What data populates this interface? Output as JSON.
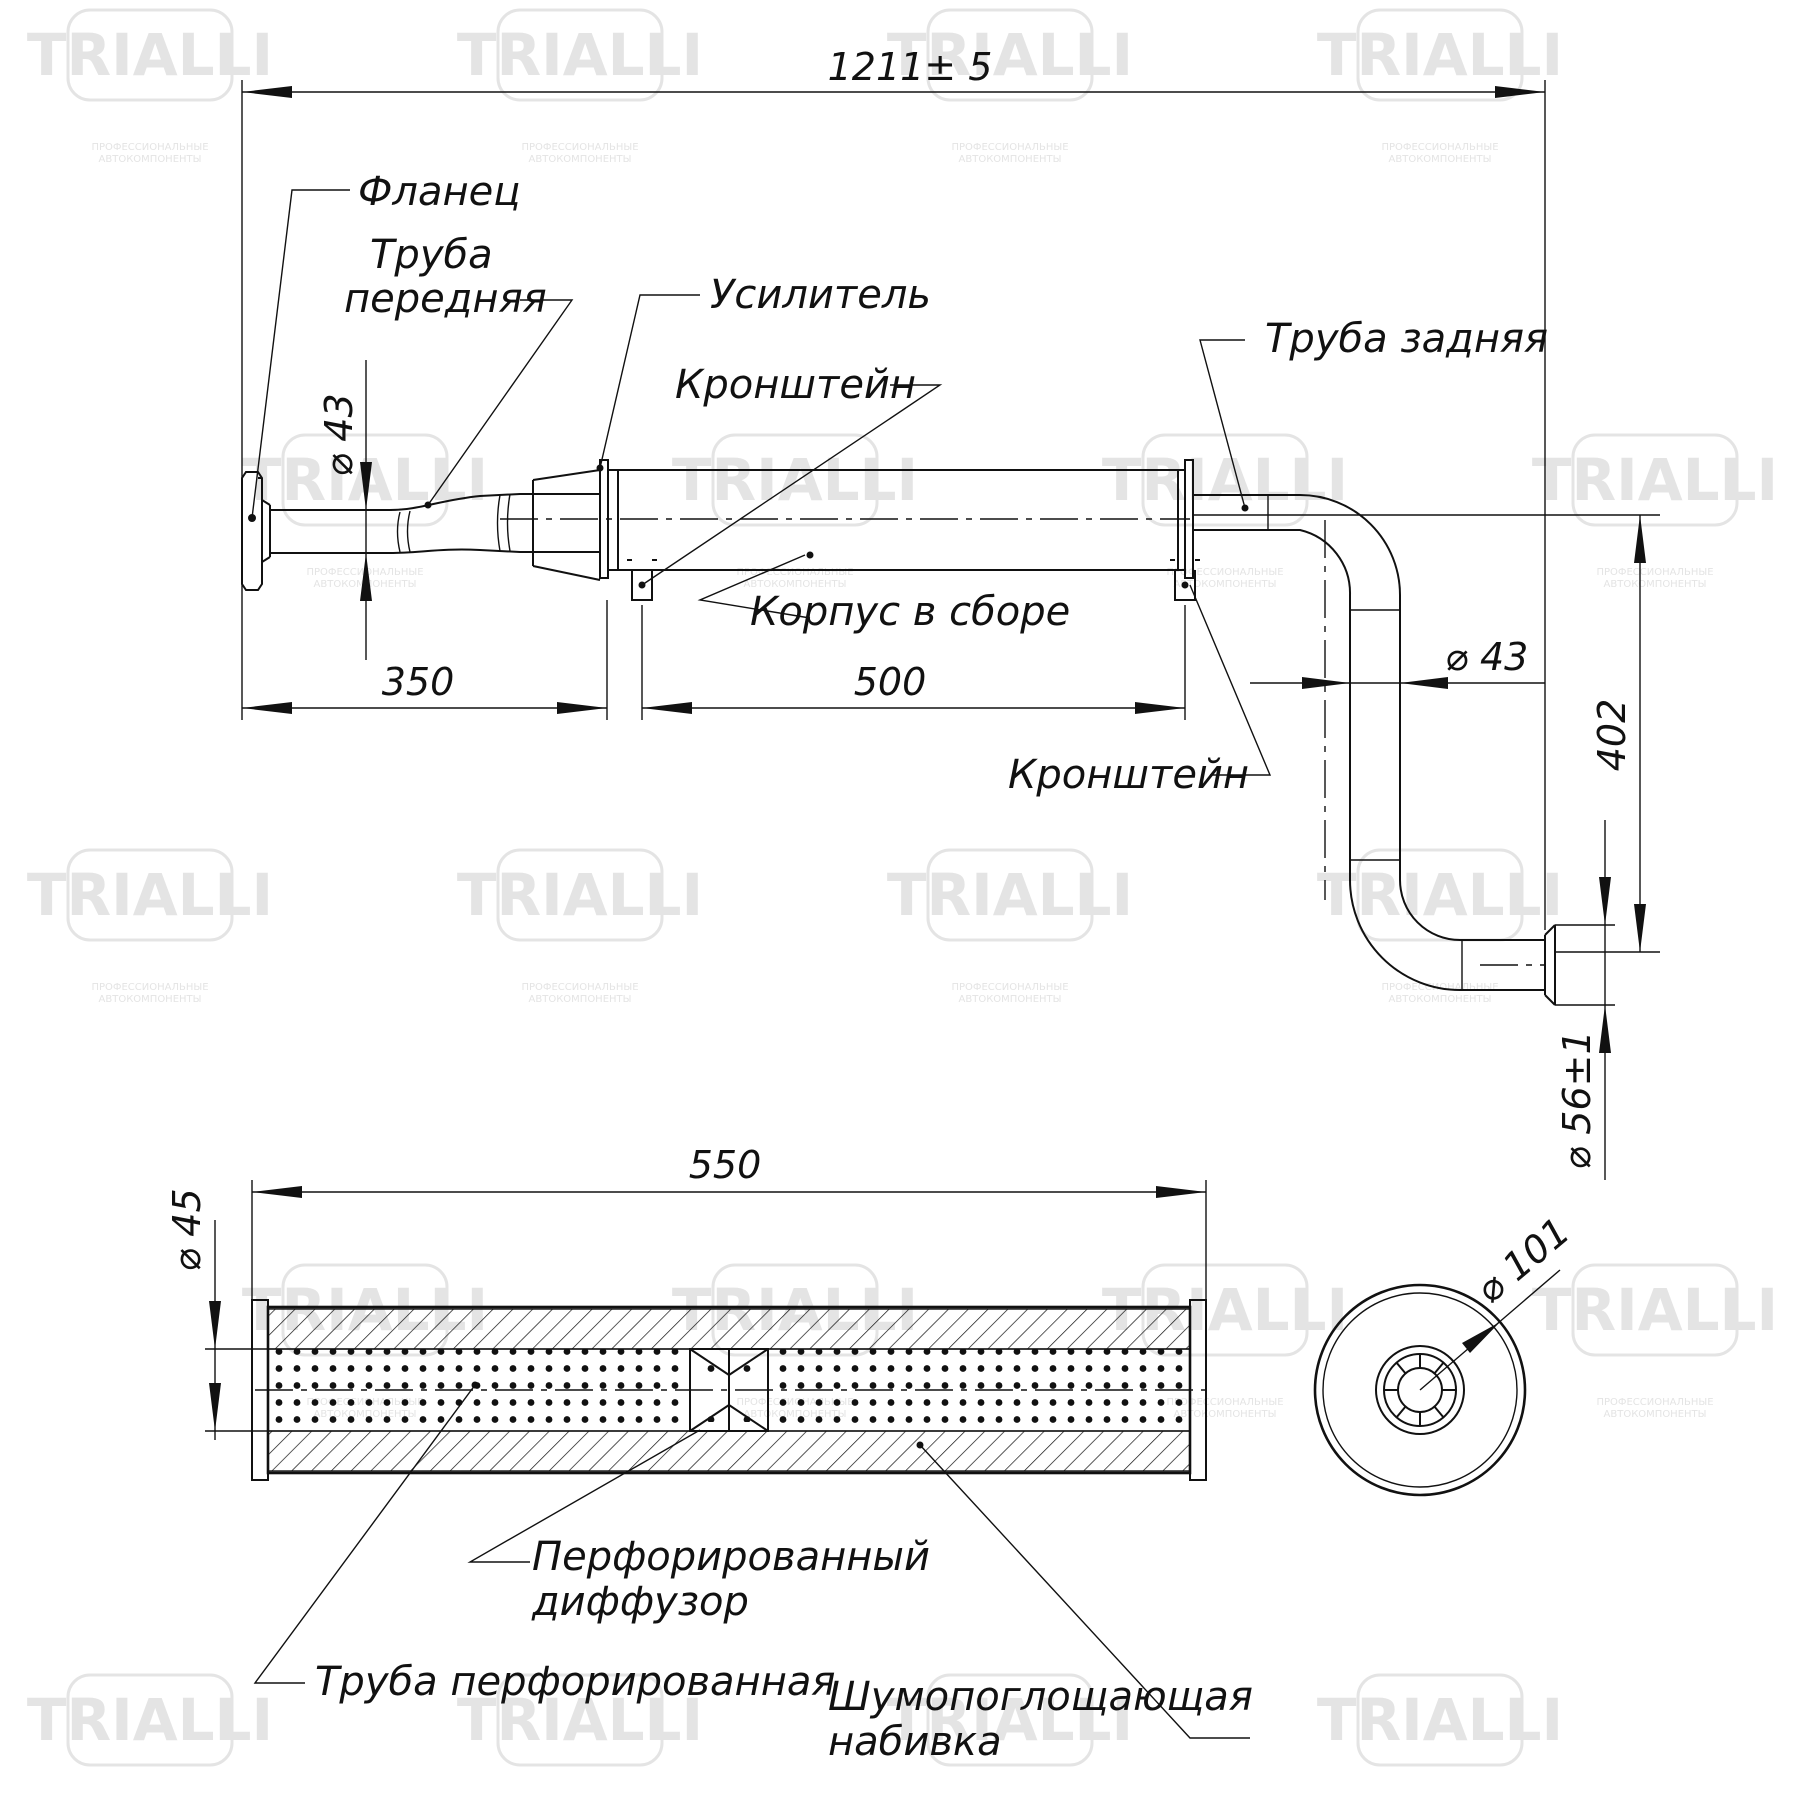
{
  "watermark": {
    "brand": "TRIALLI",
    "tagline_1": "ПРОФЕССИОНАЛЬНЫЕ",
    "tagline_2": "АВТОКОМПОНЕНТЫ"
  },
  "top_view": {
    "labels": {
      "flange": "Фланец",
      "front_pipe_1": "Труба",
      "front_pipe_2": "передняя",
      "reinforcer": "Усилитель",
      "bracket_1": "Кронштейн",
      "rear_pipe": "Труба задняя",
      "body": "Корпус в сборе",
      "bracket_2": "Кронштейн"
    },
    "dimensions": {
      "overall_length": "1211± 5",
      "front_length": "350",
      "body_length": "500",
      "front_diameter": "43",
      "rear_diameter": "43",
      "height": "402",
      "outlet_diameter": "56±1"
    }
  },
  "section_view": {
    "labels": {
      "perforated_diffuser_1": "Перфорированный",
      "perforated_diffuser_2": "диффузор",
      "perforated_pipe": "Труба перфорированная",
      "packing_1": "Шумопоглощающая",
      "packing_2": "набивка"
    },
    "dimensions": {
      "length": "550",
      "inner_diameter": "45",
      "outer_diameter": "101"
    }
  },
  "symbols": {
    "diameter": "⌀"
  },
  "colors": {
    "line": "#111111",
    "watermark": "#e4e4e4"
  }
}
